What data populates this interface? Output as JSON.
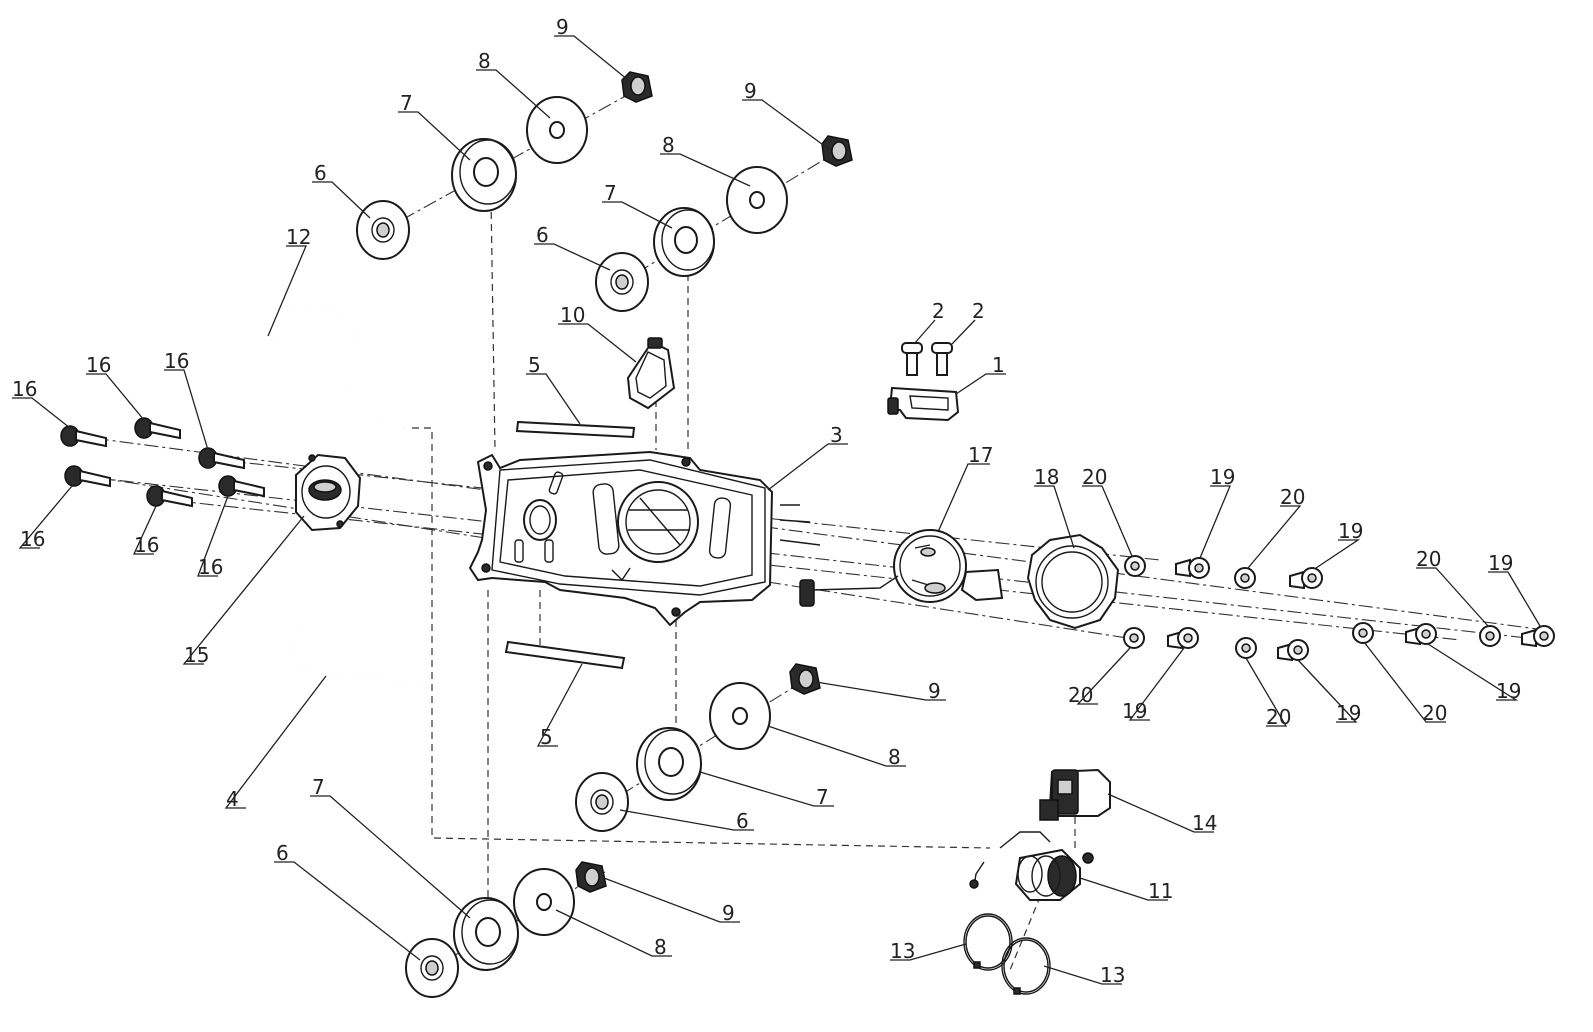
{
  "callouts": {
    "p1": "1",
    "p2a": "2",
    "p2b": "2",
    "p3": "3",
    "p4": "4",
    "p5a": "5",
    "p5b": "5",
    "p6a": "6",
    "p6b": "6",
    "p6c": "6",
    "p6d": "6",
    "p7a": "7",
    "p7b": "7",
    "p7c": "7",
    "p7d": "7",
    "p8a": "8",
    "p8b": "8",
    "p8c": "8",
    "p8d": "8",
    "p9a": "9",
    "p9b": "9",
    "p9c": "9",
    "p9d": "9",
    "p10": "10",
    "p11": "11",
    "p12": "12",
    "p13a": "13",
    "p13b": "13",
    "p14": "14",
    "p15": "15",
    "p16a": "16",
    "p16b": "16",
    "p16c": "16",
    "p16d": "16",
    "p16e": "16",
    "p16f": "16",
    "p17": "17",
    "p18": "18",
    "p19a": "19",
    "p19b": "19",
    "p19c": "19",
    "p19d": "19",
    "p19e": "19",
    "p19f": "19",
    "p20a": "20",
    "p20b": "20",
    "p20c": "20",
    "p20d": "20",
    "p20e": "20",
    "p20f": "20"
  }
}
